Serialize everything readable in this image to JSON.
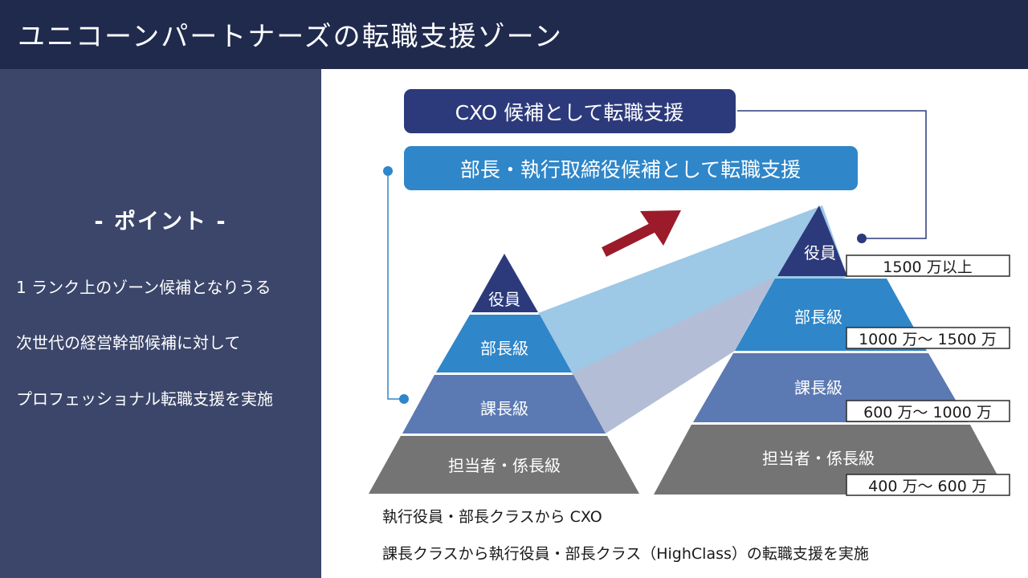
{
  "header": {
    "title": "ユニコーンパートナーズの転職支援ゾーン"
  },
  "sidebar": {
    "heading": "- ポイント -",
    "points": [
      "1 ランク上のゾーン候補となりうる",
      "次世代の経営幹部候補に対して",
      "プロフェッショナル転職支援を実施"
    ]
  },
  "banners": {
    "cxo": "CXO 候補として転職支援",
    "executive": "部長・執行取締役候補として転職支援"
  },
  "left_pyramid": {
    "levels": [
      "役員",
      "部長級",
      "課長級",
      "担当者・係長級"
    ]
  },
  "right_pyramid": {
    "levels": [
      "役員",
      "部長級",
      "課長級",
      "担当者・係長級"
    ],
    "salaries": [
      "1500 万以上",
      "1000 万～ 1500 万",
      "600 万～ 1000 万",
      "400 万～ 600 万"
    ]
  },
  "notes": [
    "執行役員・部長クラスから CXO",
    "課長クラスから執行役員・部長クラス（HighClass）の転職支援を実施"
  ],
  "colors": {
    "header_bg": "#1f2a4d",
    "sidebar_bg": "#3b466a",
    "level_exec": "#2c3a7c",
    "level_manager": "#2f86c9",
    "level_section": "#5b79b2",
    "level_staff": "#747474",
    "arrow": "#9b1b2a",
    "band_light": "#9dc8e6",
    "band_grey": "#b3bdd6"
  }
}
